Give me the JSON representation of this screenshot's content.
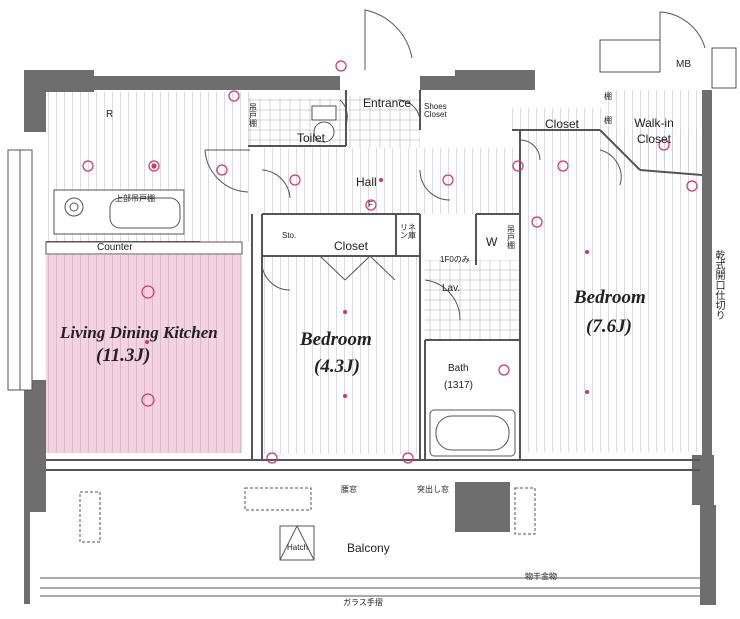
{
  "rooms": {
    "ldk_name": "Living Dining Kitchen",
    "ldk_size": "(11.3J)",
    "bed1_name": "Bedroom",
    "bed1_size": "(4.3J)",
    "bed2_name": "Bedroom",
    "bed2_size": "(7.6J)"
  },
  "labels": {
    "entrance": "Entrance",
    "shoes_closet": "Shoes Closet",
    "toilet": "Toilet",
    "hall": "Hall",
    "closet_top": "Closet",
    "walk_in_closet": "Walk-in Closet",
    "mb": "MB",
    "counter": "Counter",
    "upper_cabinet": "上部吊戸棚",
    "sto": "Sto.",
    "closet_mid": "Closet",
    "linen": "リネン庫",
    "w": "W",
    "lav": "Lav.",
    "bath": "Bath",
    "bath_size": "(1317)",
    "dryer_right": "乾式開口仕切り",
    "shelf_mark": "棚",
    "shelf_mark2": "棚",
    "tana_toilet": "吊戸棚",
    "tana_lav": "吊戸棚",
    "window1": "腰窓",
    "window2": "突出し窓",
    "hatch": "Hatch",
    "balcony": "Balcony",
    "laundry_rail": "物干金物",
    "glass_rail": "ガラス手摺",
    "r_mark": "R",
    "f_mark": "F",
    "floor_note": "1F0のみ"
  },
  "colors": {
    "wall": "#6e6e6e",
    "ldk_floor": "#f3d3e0",
    "pink_mark": "#d6336c",
    "grid": "#9a9a9a"
  }
}
